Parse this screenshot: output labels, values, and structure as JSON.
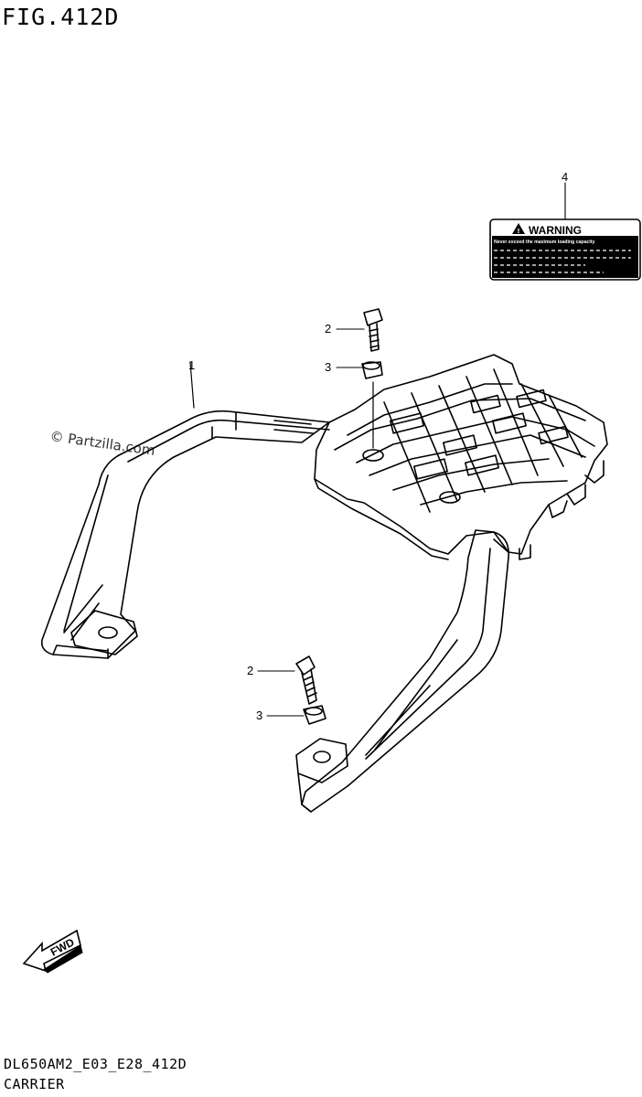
{
  "figure": {
    "title": "FIG.412D",
    "model_code": "DL650AM2_E03_E28_412D",
    "caption": "CARRIER",
    "watermark": "© Partzilla.com"
  },
  "callouts": [
    {
      "id": "1",
      "label": "1"
    },
    {
      "id": "2a",
      "label": "2"
    },
    {
      "id": "3a",
      "label": "3"
    },
    {
      "id": "2b",
      "label": "2"
    },
    {
      "id": "3b",
      "label": "3"
    },
    {
      "id": "4",
      "label": "4"
    }
  ],
  "warning_label": {
    "header": "WARNING",
    "line1": "Never exceed the maximum loading capacity"
  },
  "fwd_arrow": {
    "label": "FWD"
  }
}
